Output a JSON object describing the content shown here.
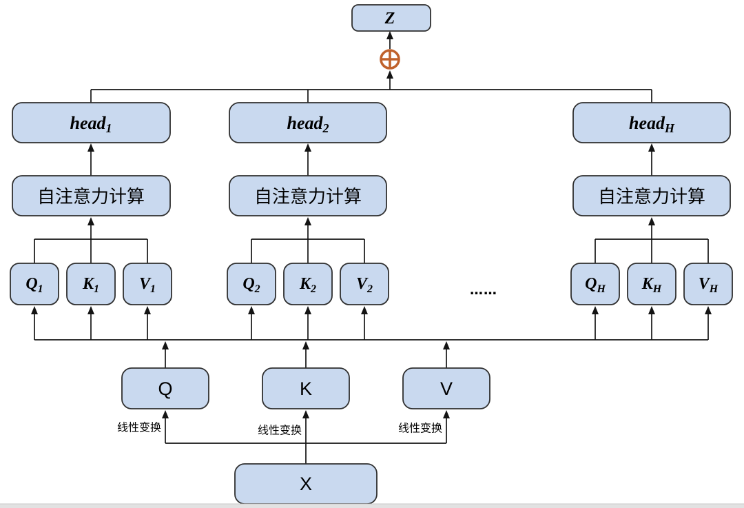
{
  "colors": {
    "box_fill": "#c9d9ef",
    "box_border": "#2f2f2f",
    "line": "#141414",
    "oplus": "#c0622c",
    "footer_bar": "#e2e2e2",
    "footer_border": "#c9c9c9"
  },
  "diagram": {
    "output": {
      "label": "Z"
    },
    "merge_icon": "circle-plus",
    "heads": [
      {
        "base": "head",
        "sub": "1"
      },
      {
        "base": "head",
        "sub": "2"
      },
      {
        "base": "head",
        "sub": "H"
      }
    ],
    "attention_label": "自注意力计算",
    "qkv": [
      [
        {
          "base": "Q",
          "sub": "1"
        },
        {
          "base": "K",
          "sub": "1"
        },
        {
          "base": "V",
          "sub": "1"
        }
      ],
      [
        {
          "base": "Q",
          "sub": "2"
        },
        {
          "base": "K",
          "sub": "2"
        },
        {
          "base": "V",
          "sub": "2"
        }
      ],
      [
        {
          "base": "Q",
          "sub": "H"
        },
        {
          "base": "K",
          "sub": "H"
        },
        {
          "base": "V",
          "sub": "H"
        }
      ]
    ],
    "ellipsis": "……",
    "projections": [
      {
        "label": "Q"
      },
      {
        "label": "K"
      },
      {
        "label": "V"
      }
    ],
    "linear_label": "线性变换",
    "input": {
      "label": "X"
    }
  }
}
